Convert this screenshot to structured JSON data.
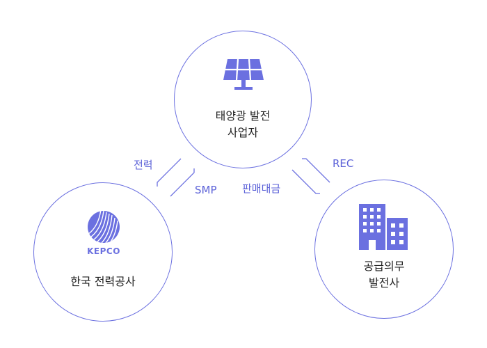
{
  "colors": {
    "accent": "#5b61d8",
    "text": "#222222",
    "border": "#6b70e0"
  },
  "nodes": {
    "solar": {
      "icon": "solar-panel-icon",
      "line1": "태양광 발전",
      "line2": "사업자"
    },
    "kepco": {
      "icon": "kepco-logo",
      "logo_text": "KEPCO",
      "line1": "한국 전력공사"
    },
    "supplier": {
      "icon": "building-icon",
      "line1": "공급의무",
      "line2": "발전사"
    }
  },
  "edges": {
    "power": "전력",
    "smp": "SMP",
    "rec": "REC",
    "sales": "판매대금"
  }
}
